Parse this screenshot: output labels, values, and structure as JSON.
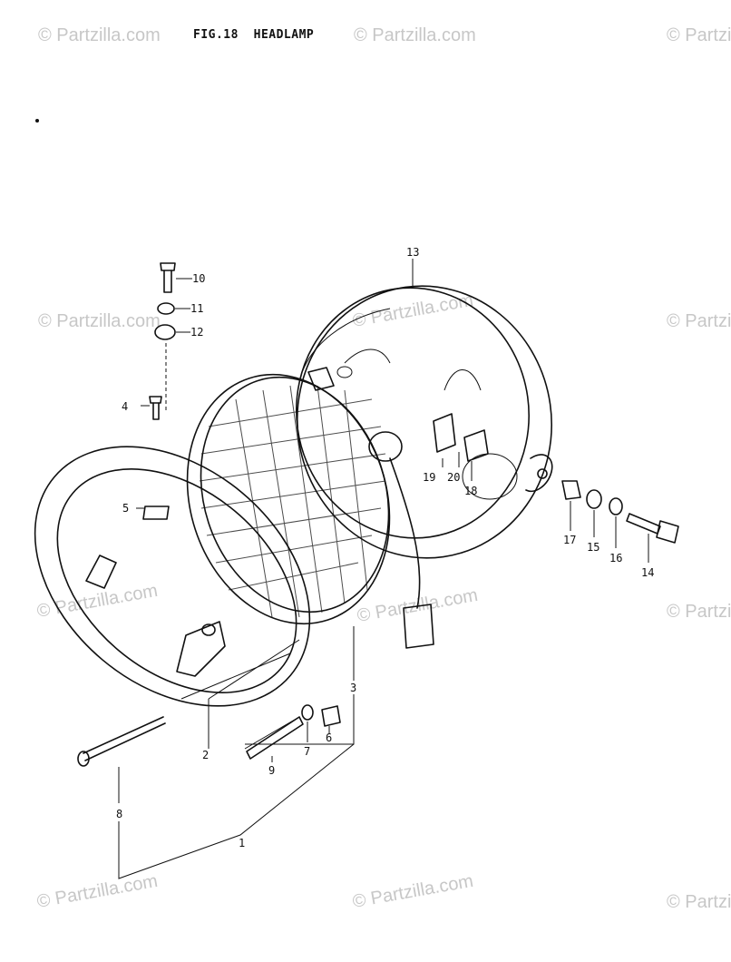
{
  "title": "FIG.18  HEADLAMP",
  "watermark": "© Partzilla.com",
  "colors": {
    "ink": "#111111",
    "watermark": "#c7c7c7"
  },
  "callouts": [
    "1",
    "2",
    "3",
    "4",
    "5",
    "6",
    "7",
    "8",
    "9",
    "10",
    "11",
    "12",
    "13",
    "14",
    "15",
    "16",
    "17",
    "18",
    "19",
    "20"
  ]
}
